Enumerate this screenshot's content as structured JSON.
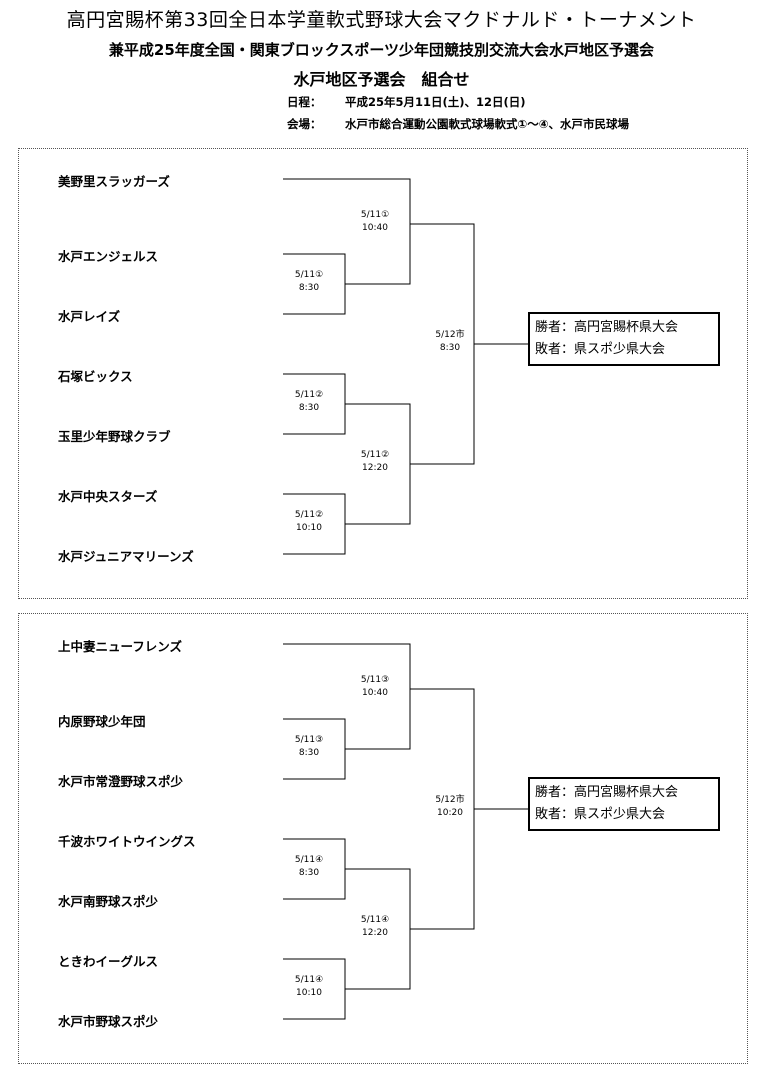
{
  "header": {
    "title1": "高円宮賜杯第33回全日本学童軟式野球大会マクドナルド・トーナメント",
    "title2": "兼平成25年度全国・関東ブロックスポーツ少年団競技別交流大会水戸地区予選会",
    "title3": "水戸地区予選会　組合せ",
    "date_label": "日程：",
    "date_value": "平成25年5月11日(土)、12日(日)",
    "venue_label": "会場：",
    "venue_value": "水戸市総合運動公園軟式球場軟式①～④、水戸市民球場"
  },
  "block_a": {
    "teams": [
      "美野里スラッガーズ",
      "水戸エンジェルス",
      "水戸レイズ",
      "石塚ビックス",
      "玉里少年野球クラブ",
      "水戸中央スターズ",
      "水戸ジュニアマリーンズ"
    ],
    "games": {
      "r1a_date": "5/11①",
      "r1a_time": "8:30",
      "r1b_date": "5/11②",
      "r1b_time": "8:30",
      "r1c_date": "5/11②",
      "r1c_time": "10:10",
      "r2a_date": "5/11①",
      "r2a_time": "10:40",
      "r2b_date": "5/11②",
      "r2b_time": "12:20",
      "final_date": "5/12市",
      "final_time": "8:30"
    },
    "winner": "勝者：高円宮賜杯県大会",
    "loser": "敗者：県スポ少県大会"
  },
  "block_b": {
    "teams": [
      "上中妻ニューフレンズ",
      "内原野球少年団",
      "水戸市常澄野球スポ少",
      "千波ホワイトウイングス",
      "水戸南野球スポ少",
      "ときわイーグルス",
      "水戸市野球スポ少"
    ],
    "games": {
      "r1a_date": "5/11③",
      "r1a_time": "8:30",
      "r1b_date": "5/11④",
      "r1b_time": "8:30",
      "r1c_date": "5/11④",
      "r1c_time": "10:10",
      "r2a_date": "5/11③",
      "r2a_time": "10:40",
      "r2b_date": "5/11④",
      "r2b_time": "12:20",
      "final_date": "5/12市",
      "final_time": "10:20"
    },
    "winner": "勝者：高円宮賜杯県大会",
    "loser": "敗者：県スポ少県大会"
  }
}
